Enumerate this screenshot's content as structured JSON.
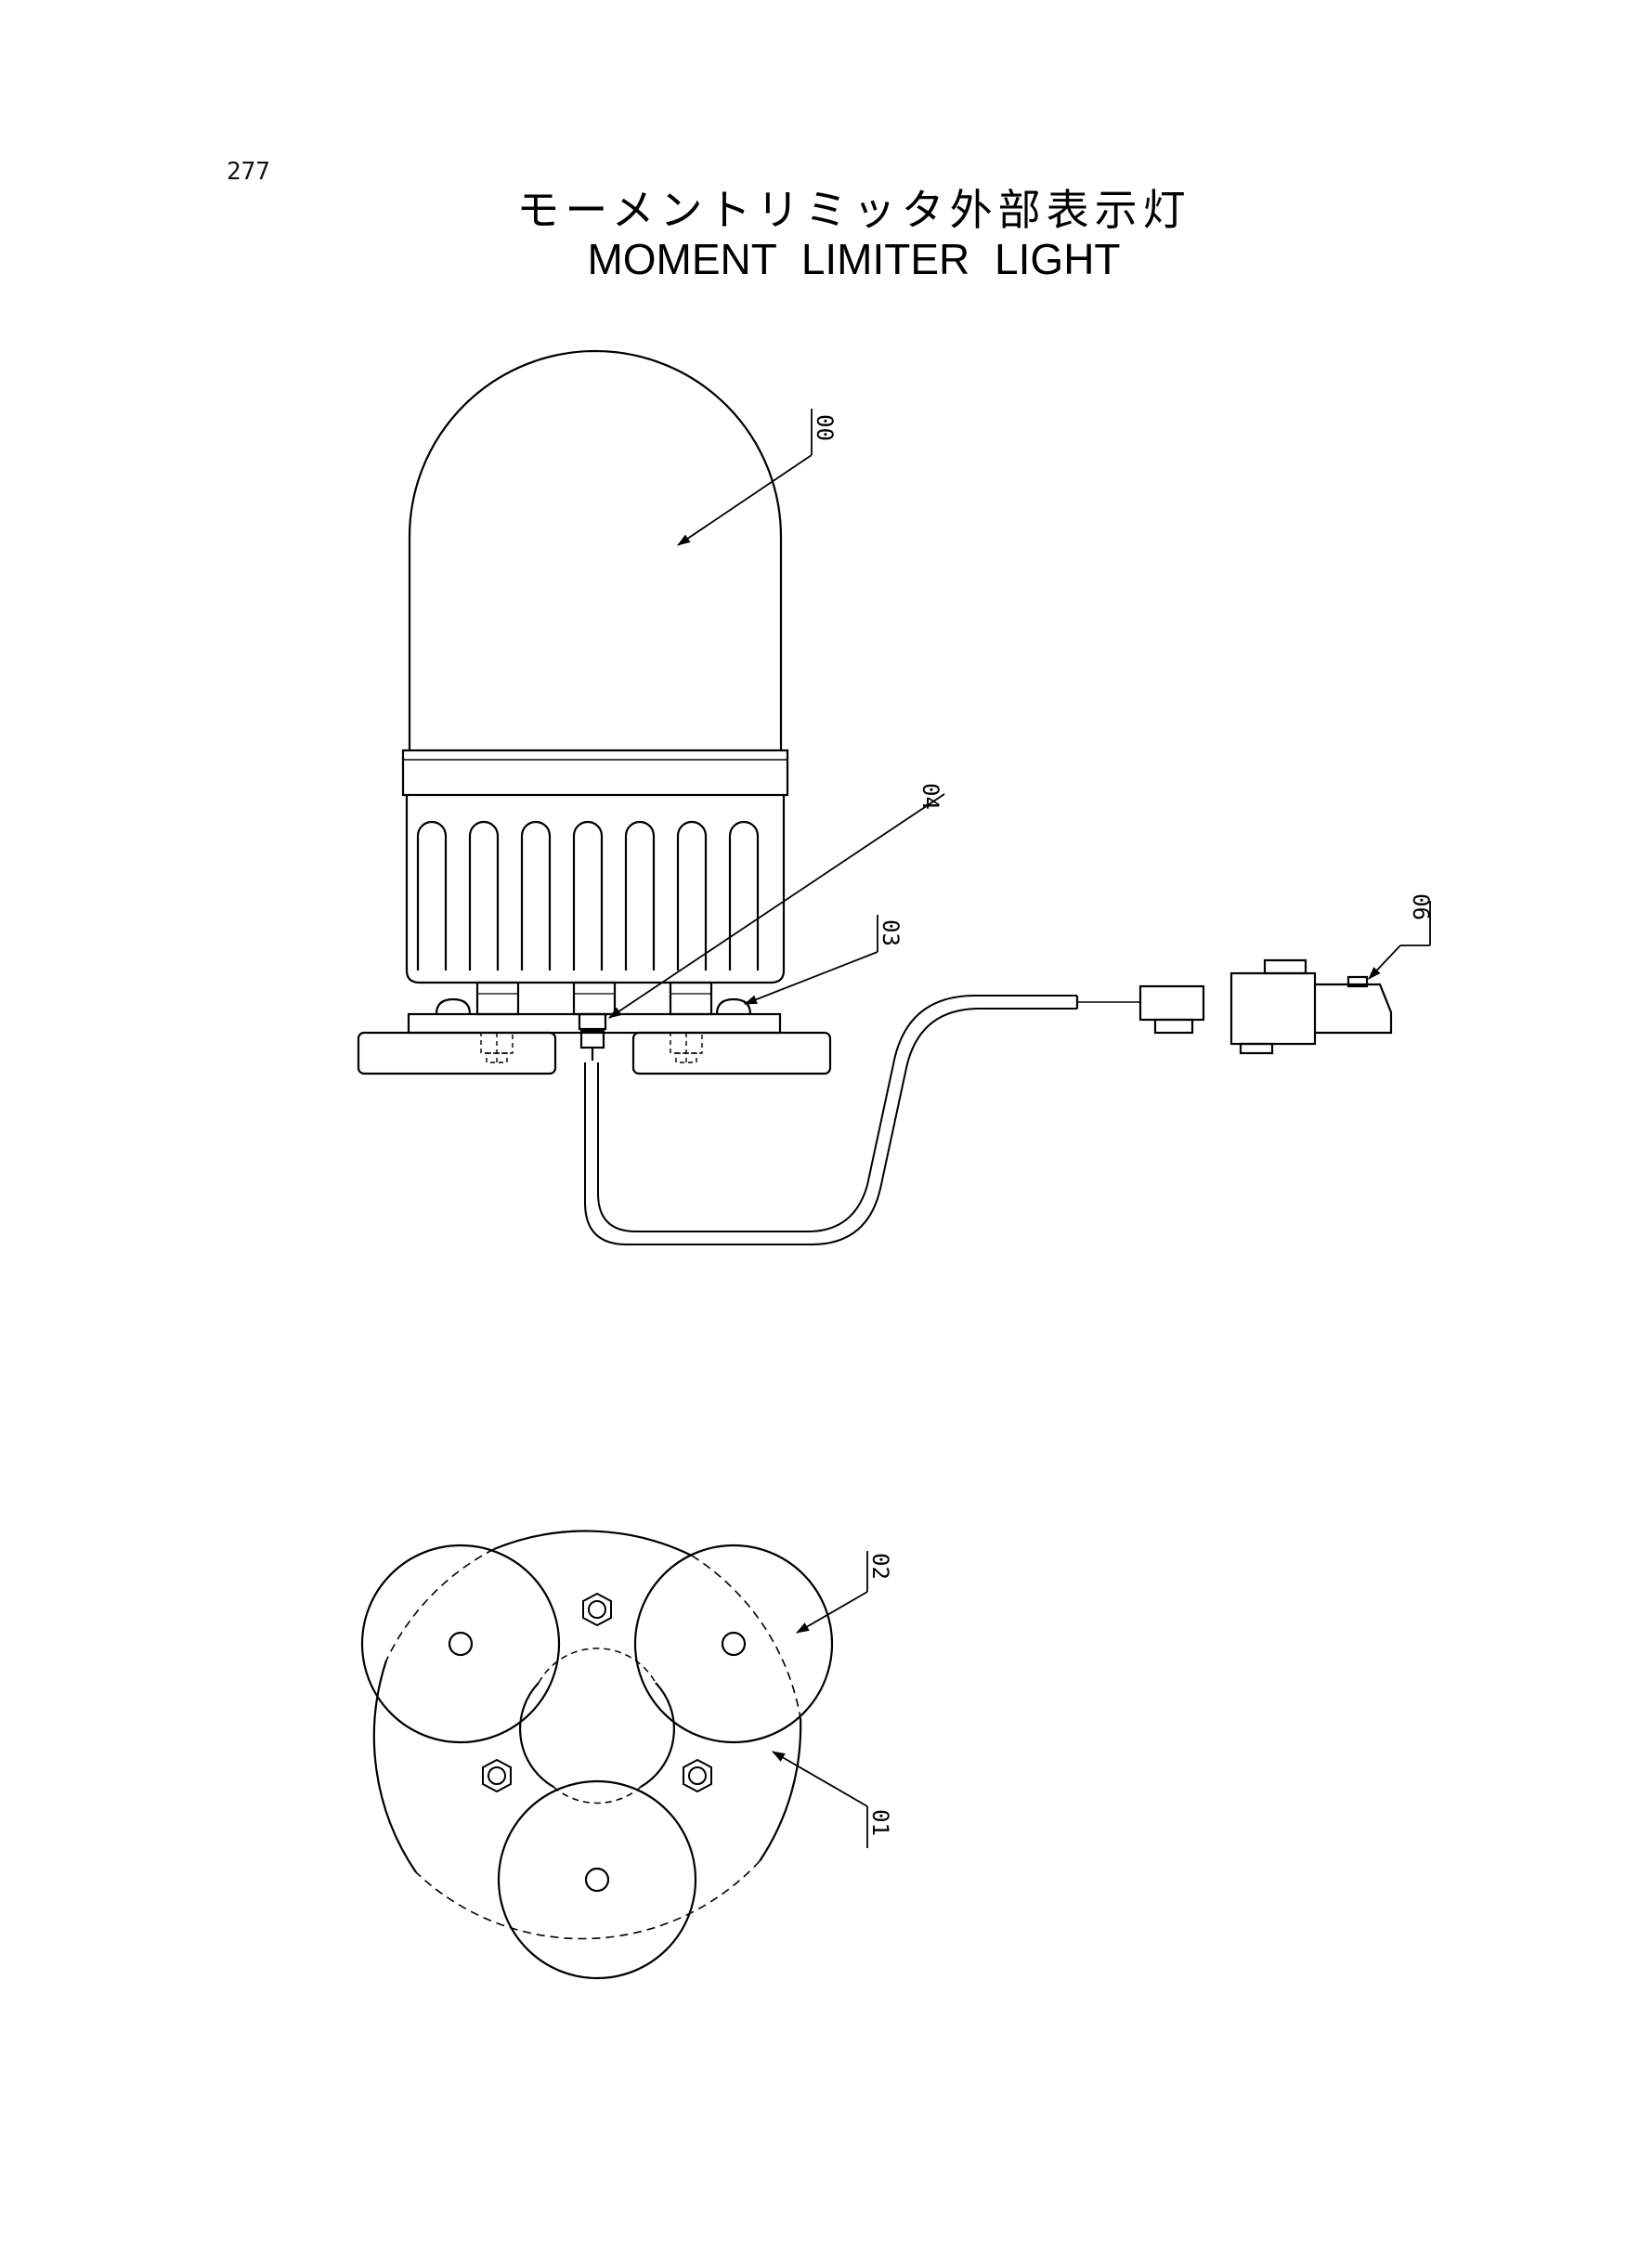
{
  "page": {
    "number": "277",
    "title_jp": "モーメントリミッタ外部表示灯",
    "title_en": "MOMENT LIMITER LIGHT"
  },
  "callouts": {
    "c00": "00",
    "c04": "04",
    "c03": "03",
    "c06": "06",
    "c02": "02",
    "c01": "01"
  },
  "colors": {
    "line": "#000000",
    "background": "#ffffff"
  }
}
